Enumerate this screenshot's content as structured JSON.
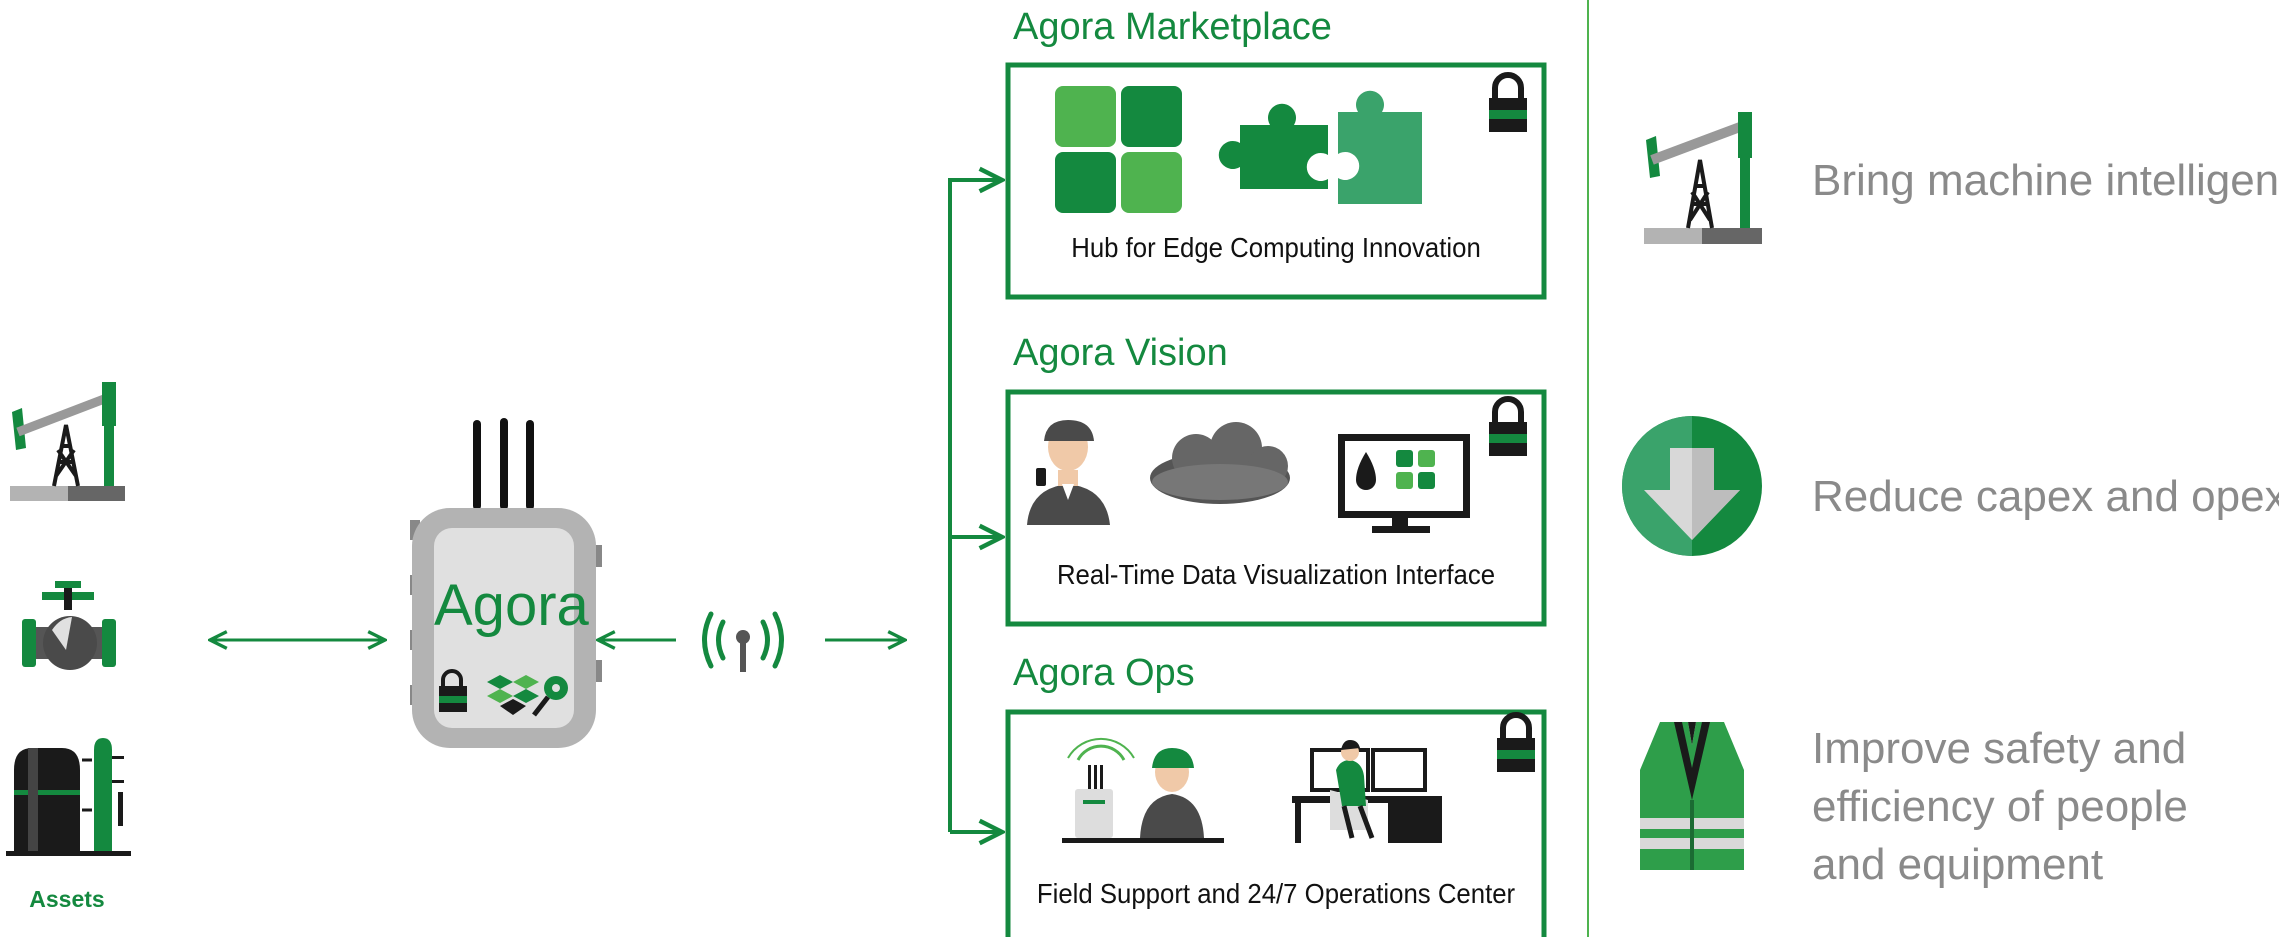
{
  "colors": {
    "brand_green": "#14893f",
    "light_green": "#4fb34f",
    "gray": "#8a8a8a",
    "dark": "#1a1a1a"
  },
  "assets": {
    "label": "Assets",
    "icons": [
      "pump-jack-icon",
      "valve-icon",
      "tank-icon"
    ]
  },
  "device": {
    "label": "Agora",
    "icons": [
      "lock-icon",
      "dropbox-icon",
      "key-icon",
      "antenna-icon"
    ]
  },
  "platforms": [
    {
      "title": "Agora Marketplace",
      "caption": "Hub for Edge Computing Innovation",
      "icons": [
        "app-grid-icon",
        "puzzle-icon",
        "lock-icon"
      ]
    },
    {
      "title": "Agora Vision",
      "caption": "Real-Time Data Visualization Interface",
      "icons": [
        "engineer-icon",
        "cloud-icon",
        "monitor-icon",
        "lock-icon"
      ]
    },
    {
      "title": "Agora Ops",
      "caption": "Field Support and 24/7 Operations Center",
      "icons": [
        "field-technician-icon",
        "operations-desk-icon",
        "lock-icon"
      ]
    }
  ],
  "benefits": [
    {
      "icon": "pump-jack-icon",
      "lines": [
        "Bring machine intelligence"
      ]
    },
    {
      "icon": "down-arrow-icon",
      "lines": [
        "Reduce capex and opex"
      ]
    },
    {
      "icon": "safety-vest-icon",
      "lines": [
        "Improve safety and",
        "efficiency of people",
        "and equipment"
      ]
    }
  ]
}
